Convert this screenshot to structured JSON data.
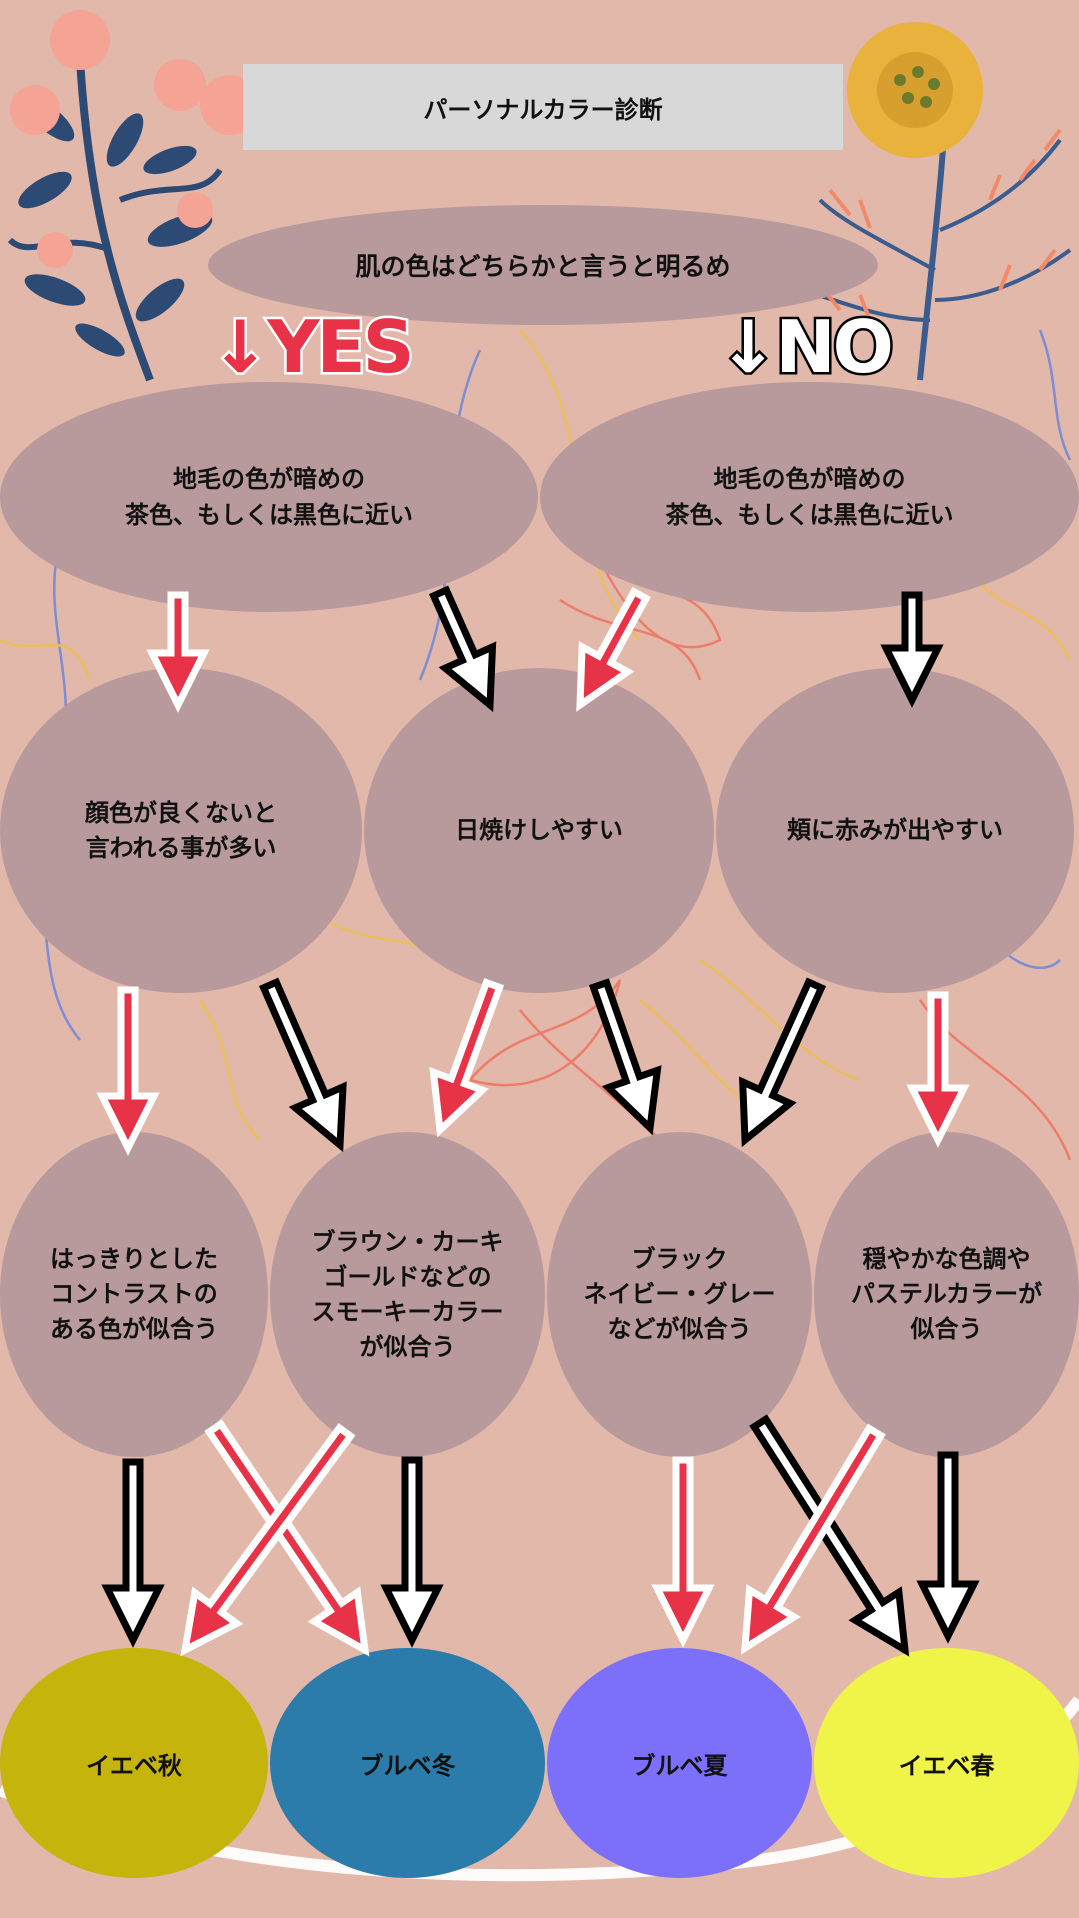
{
  "title": "パーソナルカラー診断",
  "question_root": "肌の色はどちらかと言うと明るめ",
  "yes_label": "↓YES",
  "no_label": "↓NO",
  "level2": {
    "left": "地毛の色が暗めの\n茶色、もしくは黒色に近い",
    "right": "地毛の色が暗めの\n茶色、もしくは黒色に近い"
  },
  "level3": [
    "顔色が良くないと\n言われる事が多い",
    "日焼けしやすい",
    "頬に赤みが出やすい"
  ],
  "level4": [
    "はっきりとした\nコントラストの\nある色が似合う",
    "ブラウン・カーキ\nゴールドなどの\nスモーキーカラー\nが似合う",
    "ブラック\nネイビー・グレー\nなどが似合う",
    "穏やかな色調や\nパステルカラーが\n似合う"
  ],
  "results": [
    {
      "label": "イエベ秋",
      "color": "#c4b40b"
    },
    {
      "label": "ブルベ冬",
      "color": "#2b7bab"
    },
    {
      "label": "ブルベ夏",
      "color": "#7c70fb"
    },
    {
      "label": "イエベ春",
      "color": "#f0f448"
    }
  ],
  "colors": {
    "background": "#e2b8aa",
    "oval": "#b89a9c",
    "yes_arrow": "#e83247",
    "no_arrow": "#000000",
    "title_bar": "#d8d8d8"
  }
}
